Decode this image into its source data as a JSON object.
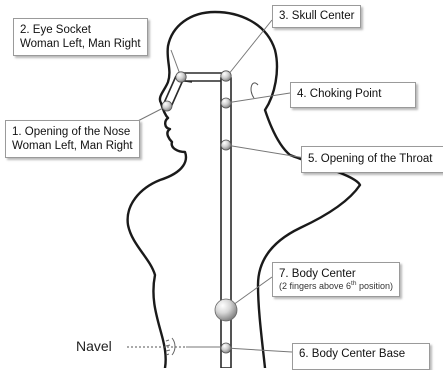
{
  "labels": {
    "skull_center": "3. Skull Center",
    "eye_socket": {
      "line1": "2. Eye Socket",
      "line2": "Woman Left, Man Right"
    },
    "choking_point": "4. Choking Point",
    "nose_opening": {
      "line1": "1. Opening of the Nose",
      "line2": "Woman Left, Man Right"
    },
    "throat_opening": "5. Opening of the Throat",
    "body_center": {
      "title": "7. Body Center",
      "note_prefix": "(2 fingers above 6",
      "note_sup": "th",
      "note_suffix": " position)"
    },
    "body_center_base": "6. Body Center Base",
    "navel": "Navel"
  }
}
